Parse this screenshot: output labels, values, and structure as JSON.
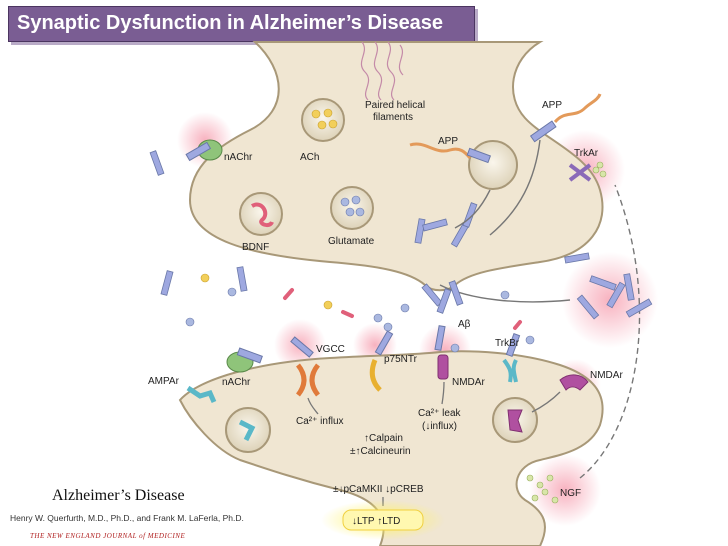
{
  "title": "Synaptic Dysfunction in Alzheimer’s Disease",
  "labels": {
    "paired_helical_filaments_1": "Paired helical",
    "paired_helical_filaments_2": "filaments",
    "app_top": "APP",
    "app_mid": "APP",
    "trkar": "TrkAr",
    "nachr_pre": "nAChr",
    "ach": "ACh",
    "bdnf": "BDNF",
    "glutamate": "Glutamate",
    "abeta": "Aβ",
    "trkbr": "TrkBr",
    "vgcc": "VGCC",
    "p75ntr": "p75NTr",
    "ampar": "AMPAr",
    "nachr_post": "nAChr",
    "nmdar_mid": "NMDAr",
    "nmdar_right": "NMDAr",
    "ca_influx": "Ca²⁺ influx",
    "ca_leak_1": "Ca²⁺ leak",
    "ca_leak_2": "(↓influx)",
    "calpain": "↑Calpain",
    "calcineurin": "±↑Calcineurin",
    "pcamkii": "±↓pCaMKII ↓pCREB",
    "ltp_ltd": "↓LTP  ↑LTD",
    "ngf": "NGF"
  },
  "credits": {
    "figure_title": "Alzheimer’s Disease",
    "authors": "Henry W. Querfurth, M.D., Ph.D., and Frank M. LaFerla, Ph.D.",
    "journal": "THE NEW ENGLAND JOURNAL of MEDICINE"
  },
  "colors": {
    "title_bg": "#7a5d93",
    "membrane": "#f0e6d2",
    "membrane_edge": "#a89878",
    "glow": "#f7a9b8"
  }
}
